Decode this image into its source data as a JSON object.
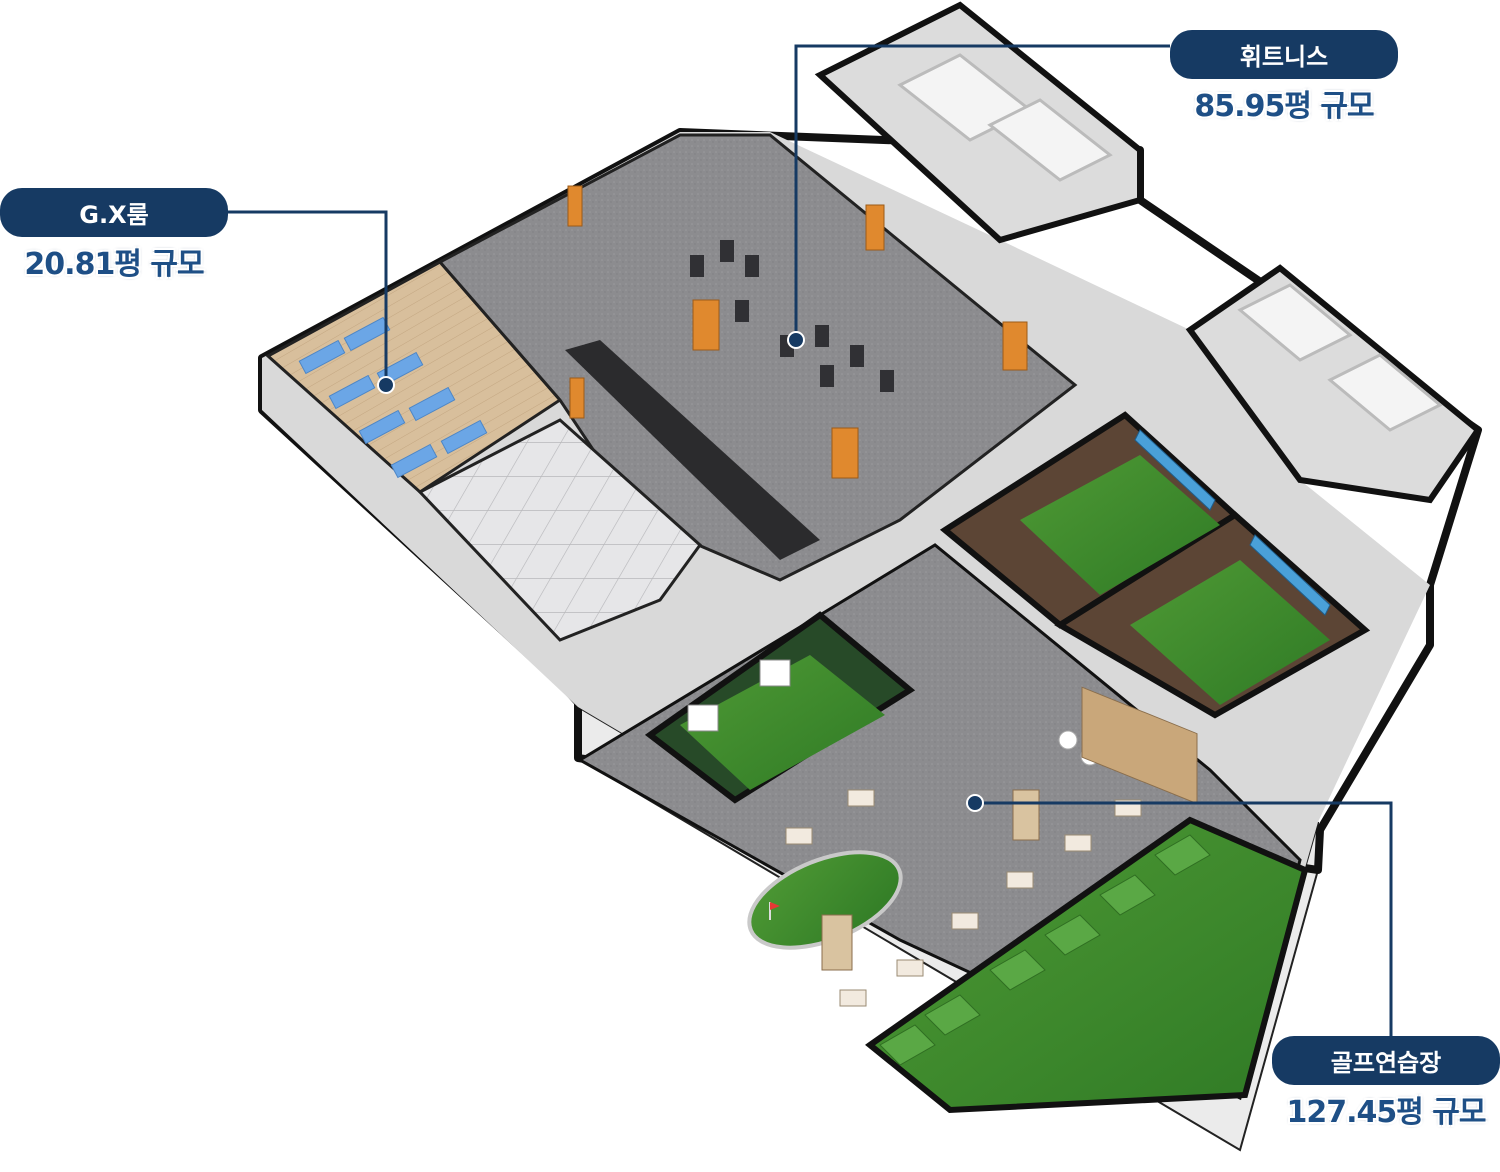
{
  "callouts": {
    "fitness": {
      "label": "휘트니스",
      "size": "85.95평 규모"
    },
    "gx": {
      "label": "G.X룸",
      "size": "20.81평 규모"
    },
    "golf": {
      "label": "골프연습장",
      "size": "127.45평 규모"
    }
  },
  "colors": {
    "pill": "#163a63",
    "leader_line": "#163a63",
    "floor_gray": "#8f8f91",
    "turf_green": "#3f8a2c",
    "wall_white": "#f2f2f2",
    "wood": "#c9a77a"
  }
}
